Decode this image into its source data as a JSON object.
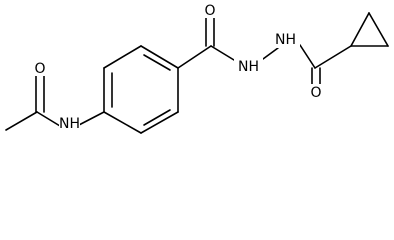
{
  "molecule": {
    "labels": {
      "o_acetyl": "O",
      "nh_left": "NH",
      "o_amide": "O",
      "nh_hydrazide_left": "NH",
      "nh_hydrazide_right": "NH",
      "o_cyclopropyl": "O"
    },
    "colors": {
      "bond": "#000000",
      "background": "#ffffff",
      "text": "#000000"
    }
  }
}
